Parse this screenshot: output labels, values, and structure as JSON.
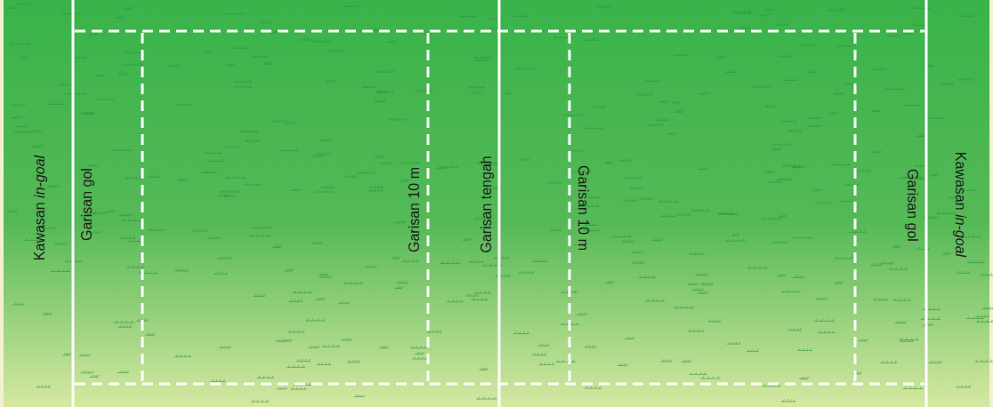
{
  "diagram": {
    "labels": [
      "Kawasan in-goal",
      "Garisan gol",
      "Garisan 10 m",
      "Garisan tengah",
      "Garisan 10 m",
      "Garisan gol",
      "Kawasan in-goal"
    ]
  }
}
